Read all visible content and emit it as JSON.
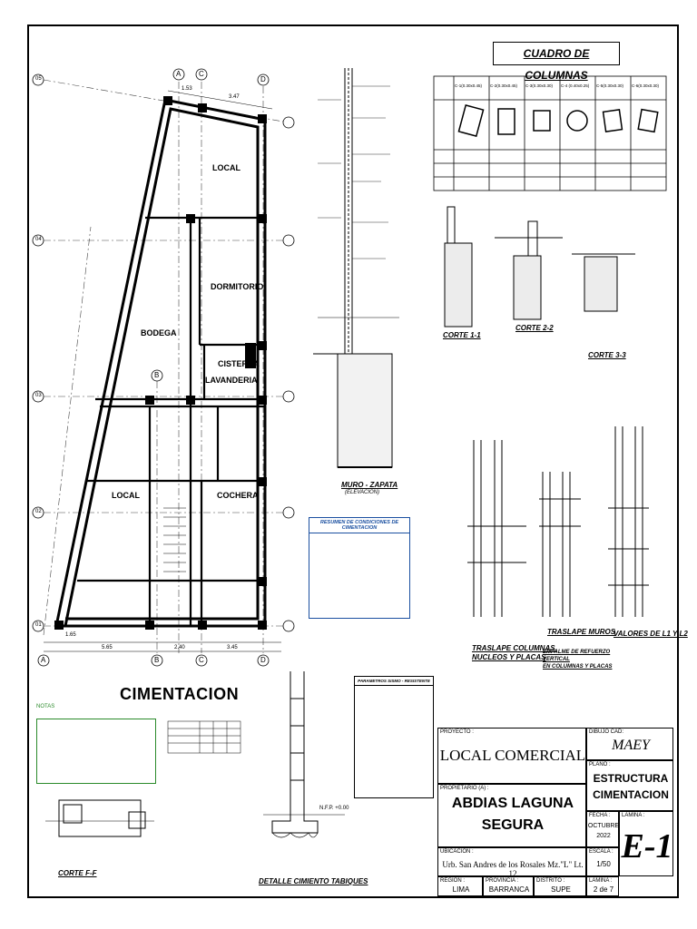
{
  "sheet": {
    "main_title": "CIMENTACION",
    "rooms": [
      "LOCAL",
      "DORMITORIO",
      "BODEGA",
      "CISTERNA",
      "LAVANDERIA",
      "LOCAL",
      "COCHERA"
    ],
    "grid_rows": [
      "05",
      "04",
      "03",
      "02",
      "01"
    ],
    "grid_cols_top": [
      "A",
      "C",
      "D"
    ],
    "grid_cols_bottom": [
      "A",
      "B",
      "C",
      "D"
    ],
    "grid_mid_b": "B",
    "dims_bottom": [
      "1.65",
      "5.65",
      "2.40",
      "3.45"
    ],
    "dims_top": [
      "1.53",
      "3.47"
    ]
  },
  "cuadro": {
    "title": "CUADRO DE COLUMNAS",
    "columns": [
      "C-1(0.30x0.45)",
      "C-2(0.30x0.45)",
      "C-3(0.30x0.30)",
      "C-4 (0.40x0.25)",
      "C-5(0.30x0.30)",
      "C-6(0.30x0.30)"
    ]
  },
  "details": {
    "corte11": "CORTE 1-1",
    "corte22": "CORTE 2-2",
    "corte33": "CORTE 3-3",
    "muro_zapata": "MURO - ZAPATA",
    "elevacion": "(ELEVACION)",
    "traslape_col": "TRASLAPE COLUMNAS,",
    "traslape_col2": "NUCLEOS Y PLACAS",
    "traslape_muros": "TRASLAPE MUROS",
    "empalme1": "EMPALME DE REFUERZO",
    "empalme2": "VERTICAL",
    "empalme3": "EN COLUMNAS Y PLACAS",
    "valores": "VALORES DE L1 Y L2",
    "cortef": "CORTE F-F",
    "detalle_tabiques": "DETALLE CIMIENTO TABIQUES",
    "nfp": "N.F.P. +0.00",
    "resumen_title": "RESUMEN DE CONDICIONES DE CIMENTACION",
    "param_title": "PARAMETROS SISMO - RESISTENTE",
    "notas": "NOTAS"
  },
  "titleblock": {
    "proyecto_lbl": "PROYECTO :",
    "proyecto": "LOCAL COMERCIAL",
    "dibujo_lbl": "DIBUJO CAD:",
    "dibujo": "MAEY",
    "propietario_lbl": "PROPIETARIO (A) :",
    "propietario1": "ABDIAS LAGUNA",
    "propietario2": "SEGURA",
    "plano_lbl": "PLANO :",
    "plano1": "ESTRUCTURA",
    "plano2": "CIMENTACION",
    "fecha_lbl": "FECHA :",
    "fecha1": "OCTUBRE",
    "fecha2": "2022",
    "lamina_lbl": "LAMINA :",
    "lamina": "E-1",
    "ubicacion_lbl": "UBICACION :",
    "ubicacion": "Urb. San Andres de los Rosales Mz.\"L\" Lt. 12",
    "escala_lbl": "ESCALA :",
    "escala": "1/50",
    "region_lbl": "REGION :",
    "region": "LIMA",
    "provincia_lbl": "PROVINCIA :",
    "provincia": "BARRANCA",
    "distrito_lbl": "DISTRITO :",
    "distrito": "SUPE",
    "lamina2_lbl": "LAMINA :",
    "lamina2": "2 de 7"
  }
}
